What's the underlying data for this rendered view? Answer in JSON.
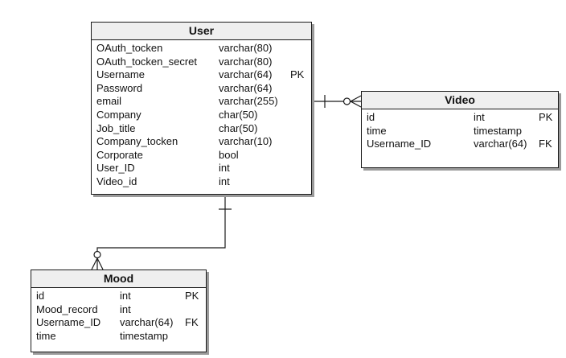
{
  "entities": {
    "user": {
      "title": "User",
      "fields": [
        {
          "name": "OAuth_tocken",
          "type": "varchar(80)",
          "key": ""
        },
        {
          "name": "OAuth_tocken_secret",
          "type": "varchar(80)",
          "key": ""
        },
        {
          "name": "Username",
          "type": "varchar(64)",
          "key": "PK"
        },
        {
          "name": "Password",
          "type": "varchar(64)",
          "key": ""
        },
        {
          "name": "email",
          "type": "varchar(255)",
          "key": ""
        },
        {
          "name": "Company",
          "type": "char(50)",
          "key": ""
        },
        {
          "name": "Job_title",
          "type": "char(50)",
          "key": ""
        },
        {
          "name": "Company_tocken",
          "type": "varchar(10)",
          "key": ""
        },
        {
          "name": "Corporate",
          "type": "bool",
          "key": ""
        },
        {
          "name": "User_ID",
          "type": "int",
          "key": ""
        },
        {
          "name": "Video_id",
          "type": "int",
          "key": ""
        }
      ]
    },
    "video": {
      "title": "Video",
      "fields": [
        {
          "name": "id",
          "type": "int",
          "key": "PK"
        },
        {
          "name": "time",
          "type": "timestamp",
          "key": ""
        },
        {
          "name": "Username_ID",
          "type": "varchar(64)",
          "key": "FK"
        }
      ]
    },
    "mood": {
      "title": "Mood",
      "fields": [
        {
          "name": "id",
          "type": "int",
          "key": "PK"
        },
        {
          "name": "Mood_record",
          "type": "int",
          "key": ""
        },
        {
          "name": "Username_ID",
          "type": "varchar(64)",
          "key": "FK"
        },
        {
          "name": "time",
          "type": "timestamp",
          "key": ""
        }
      ]
    }
  },
  "relationships": [
    {
      "from": "User",
      "to": "Video",
      "from_cardinality": "one",
      "to_cardinality": "zero-or-many"
    },
    {
      "from": "User",
      "to": "Mood",
      "from_cardinality": "one",
      "to_cardinality": "zero-or-many"
    }
  ],
  "colors": {
    "line": "#1a1a1a",
    "header_bg": "#efefef",
    "shadow": "#9a9a9a"
  }
}
